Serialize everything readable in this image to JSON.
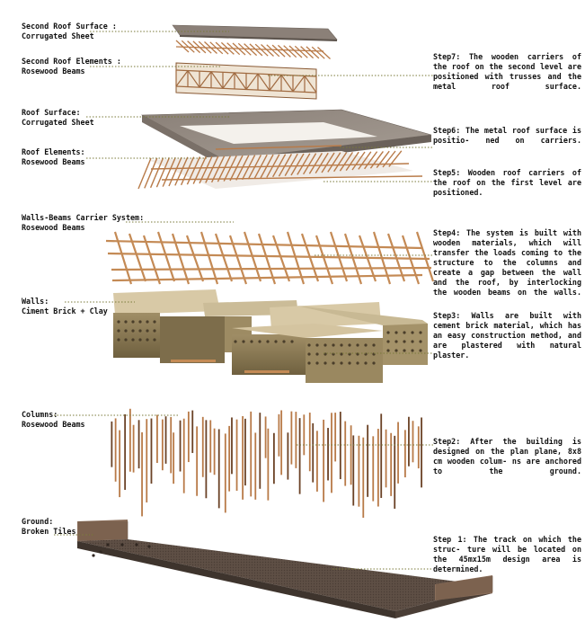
{
  "layers": [
    {
      "id": "second-roof-surface",
      "label_lines": [
        "Second Roof Surface :",
        "Corrugated Sheet"
      ]
    },
    {
      "id": "second-roof-elements",
      "label_lines": [
        "Second Roof Elements :",
        "Rosewood Beams"
      ]
    },
    {
      "id": "roof-surface",
      "label_lines": [
        "Roof Surface:",
        "Corrugated Sheet"
      ]
    },
    {
      "id": "roof-elements",
      "label_lines": [
        "Roof Elements:",
        "Rosewood Beams"
      ]
    },
    {
      "id": "walls-beams-carrier",
      "label_lines": [
        "Walls-Beams Carrier System:",
        "Rosewood Beams"
      ]
    },
    {
      "id": "walls",
      "label_lines": [
        "Walls:",
        "Ciment Brick + Clay"
      ]
    },
    {
      "id": "columns",
      "label_lines": [
        "Columns:",
        "Rosewood Beams"
      ]
    },
    {
      "id": "ground",
      "label_lines": [
        "Ground:",
        "Broken Tiles"
      ]
    }
  ],
  "steps": [
    {
      "id": "step7",
      "text": "Step7: The wooden carriers of the roof on the second level are positioned with trusses and the metal roof surface."
    },
    {
      "id": "step6",
      "text": "Step6: The metal roof surface is positio- ned on carriers."
    },
    {
      "id": "step5",
      "text": "Step5: Wooden roof carriers of the roof on the first level are positioned."
    },
    {
      "id": "step4",
      "text": "Step4: The system is built with wooden materials, which will transfer the loads coming to the structure to the columns and create a gap between the wall and the roof, by interlocking the wooden beams on the walls."
    },
    {
      "id": "step3",
      "text": "Step3: Walls are built with cement brick material, which has an easy construction method, and are plastered with natural plaster."
    },
    {
      "id": "step2",
      "text": "Step2: After the building is designed on the plan plane, 8x8 cm wooden colum- ns are anchored to the ground."
    },
    {
      "id": "step1",
      "text": "Step 1: The track on which the struc- ture will be located on the 45mx15m design area is determined."
    }
  ],
  "colors": {
    "wood": "#b87a48",
    "wood_dark": "#6b4226",
    "metal": "#8c8178",
    "wall": "#8e7c58",
    "wall_inner": "#d8c9a6",
    "ground": "#5a4a40",
    "leader": "#8a8a4a"
  }
}
